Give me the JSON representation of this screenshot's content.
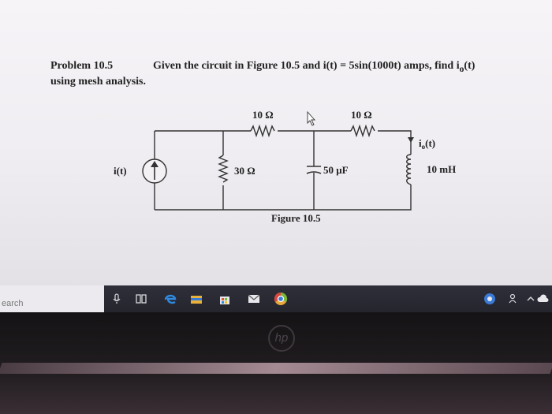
{
  "problem": {
    "title": "Problem 10.5",
    "statement_line1": "Given the circuit in Figure 10.5 and i(t) = 5sin(1000t) amps, find i",
    "statement_sub": "o",
    "statement_end": "(t)",
    "statement_line2": "using mesh analysis."
  },
  "circuit": {
    "r1": "10 Ω",
    "r2": "10 Ω",
    "r3": "30 Ω",
    "capacitor": "50 μF",
    "inductor": "10 mH",
    "source": "i(t)",
    "output_current_main": "i",
    "output_current_sub": "o",
    "output_current_end": "(t)",
    "caption": "Figure 10.5"
  },
  "taskbar": {
    "search_text": "earch",
    "icons": [
      "microphone-icon",
      "task-view-icon",
      "edge-icon",
      "file-explorer-icon",
      "store-icon",
      "mail-icon",
      "chrome-icon"
    ],
    "tray_icons": [
      "network-icon",
      "people-icon",
      "chevron-up-icon",
      "cloud-icon"
    ]
  },
  "device": {
    "logo": "hp"
  },
  "colors": {
    "screen_bg": "#f2f0f4",
    "taskbar_bg": "#2c2c36",
    "ink": "#222222"
  }
}
